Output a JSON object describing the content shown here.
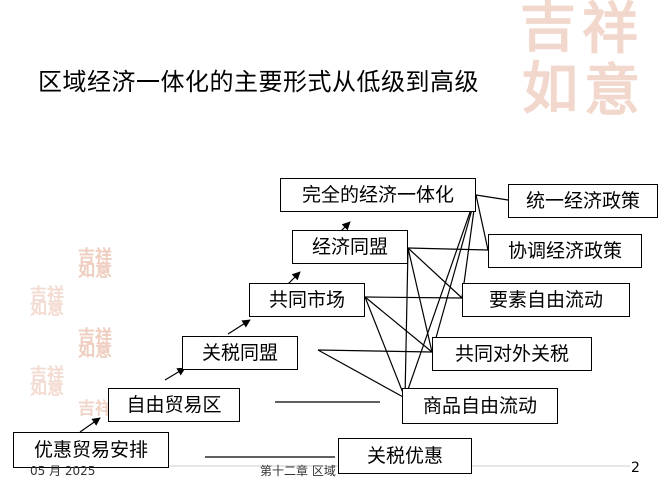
{
  "title": "区域经济一体化的主要形式从低级到高级",
  "levels": [
    "优惠贸易安排",
    "自由贸易区",
    "关税同盟",
    "共同市场",
    "经济同盟",
    "完全的经济一体化"
  ],
  "features": [
    "统一经济政策",
    "协调经济政策",
    "要素自由流动",
    "共同对外关税",
    "商品自由流动",
    "关税优惠"
  ],
  "footer": {
    "left": "05    月 2025",
    "middle": "第十二章 区域",
    "page": "2"
  },
  "decoration": {
    "logo_text": "吉祥如意",
    "color": "#e9b9a4"
  }
}
